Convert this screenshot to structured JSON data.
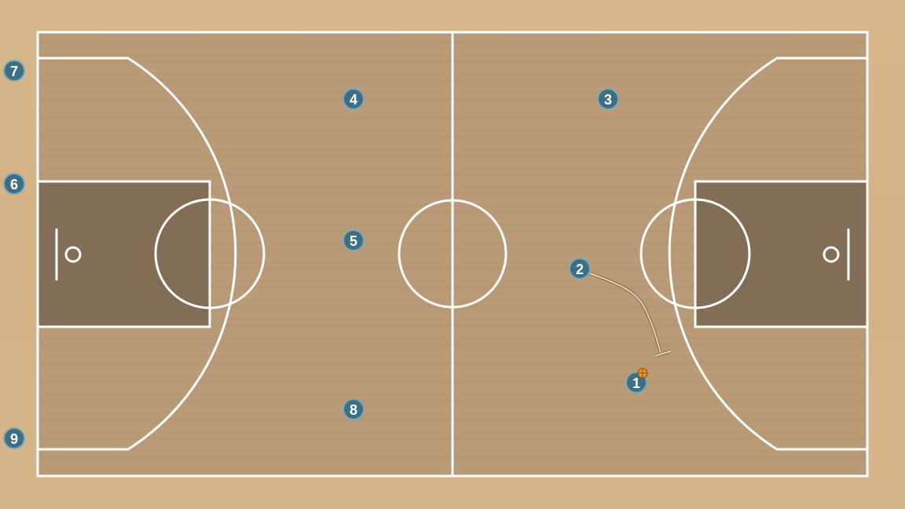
{
  "diagram": {
    "colors": {
      "background_wood": "#d4b489",
      "court_floor": "#b89a76",
      "paint": "#826e56",
      "lines": "#ffffff",
      "player_fill": "#3d6f84",
      "player_stroke": "#6f9bae",
      "ball": "#e8962e",
      "screen_path": "#e7d3b1"
    },
    "players": [
      {
        "label": "1",
        "has_ball": true
      },
      {
        "label": "2",
        "has_ball": false
      },
      {
        "label": "3",
        "has_ball": false
      },
      {
        "label": "4",
        "has_ball": false
      },
      {
        "label": "5",
        "has_ball": false
      },
      {
        "label": "6",
        "has_ball": false
      },
      {
        "label": "7",
        "has_ball": false
      },
      {
        "label": "8",
        "has_ball": false
      },
      {
        "label": "9",
        "has_ball": false
      }
    ],
    "actions": [
      {
        "type": "screen",
        "from_player": "2",
        "to_player": "1"
      }
    ]
  }
}
